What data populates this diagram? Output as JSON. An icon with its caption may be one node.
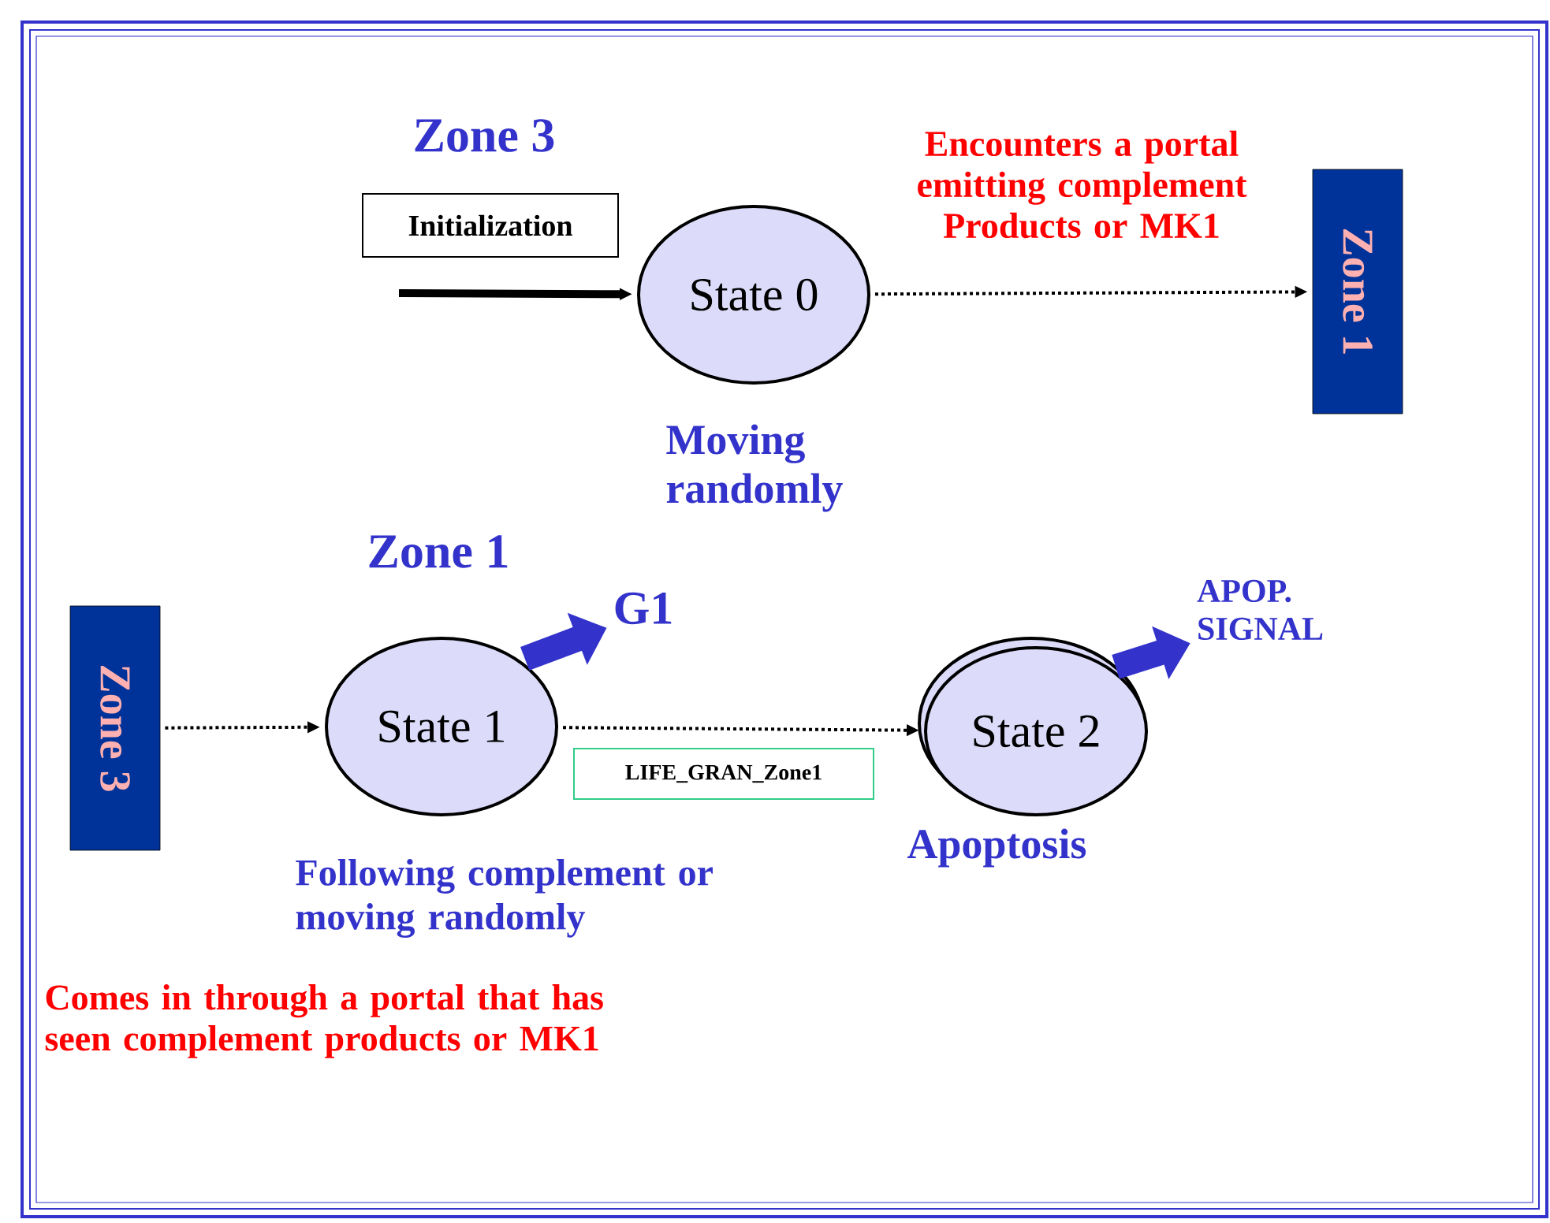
{
  "diagram": {
    "nodes": [
      {
        "text": [
          "State 0"
        ],
        "beside": [
          "Moving randomly"
        ]
      },
      {
        "text": [
          "Zone 1"
        ]
      },
      {
        "text": [
          "Zone 3"
        ]
      },
      {
        "text": [
          "State 1"
        ],
        "beside": [
          "Following complement or moving randomly"
        ]
      },
      {
        "text": [
          "State 2"
        ],
        "beside": [
          "Apoptosis"
        ]
      },
      {
        "text": [
          "G1"
        ]
      },
      {
        "text": [
          "APOP. SIGNAL"
        ]
      }
    ],
    "edges": [
      {
        "from": null,
        "to": 0,
        "arrow": "to",
        "label": "Initialization",
        "style": "thick"
      },
      {
        "from": 0,
        "to": 1,
        "arrow": "to",
        "label": "Encounters a portal emitting complement Products or MK1",
        "style": "dashed"
      },
      {
        "from": 2,
        "to": 3,
        "arrow": "to",
        "style": "dashed"
      },
      {
        "from": 3,
        "to": 4,
        "arrow": "to",
        "label": "LIFE_GRAN_Zone1",
        "style": "dashed"
      },
      {
        "from": 3,
        "to": 5,
        "arrow": "to",
        "style": "thick",
        "color": "#3333cc"
      },
      {
        "from": 4,
        "to": 6,
        "arrow": "to",
        "style": "thick",
        "color": "#3333cc"
      }
    ],
    "labels": [
      "Zone 3",
      "Zone 1",
      "Comes in through a portal that has seen complement products or MK1"
    ]
  }
}
